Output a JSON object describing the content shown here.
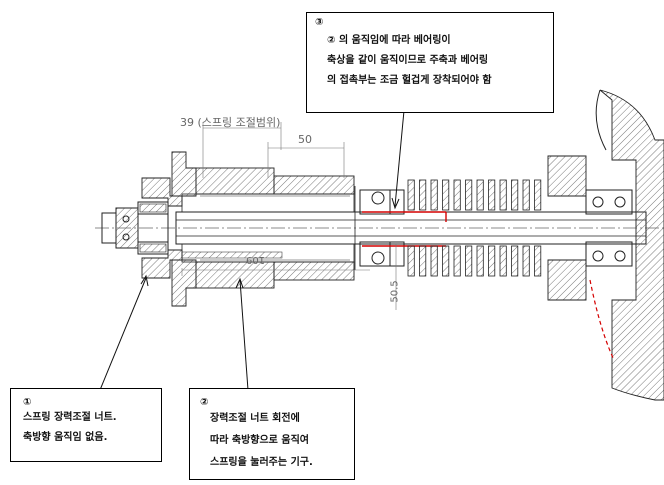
{
  "notes": {
    "note3": {
      "number": "③",
      "lines": [
        "② 의 움직임에 따라 베어링이",
        "축상을 같이 움직이므로 주축과 베어링",
        "의 접촉부는  조금 헐겁게 장착되어야 함"
      ]
    },
    "note1": {
      "number": "①",
      "lines": [
        "스프링 장력조절 너트.",
        "축방향 움직임 없음."
      ]
    },
    "note2": {
      "number": "②",
      "lines": [
        "장력조절 너트 회전에",
        "따라 축방향으로 움직여",
        "스프링을 눌러주는 기구."
      ]
    }
  },
  "dimensions": {
    "spring_range": "39 (스프링 조절범위)",
    "d50": "50",
    "d109": "109",
    "d50_5": "50.5"
  },
  "colors": {
    "line": "#222222",
    "hatch": "#555555",
    "highlight": "#d40000",
    "dim": "#777777"
  }
}
